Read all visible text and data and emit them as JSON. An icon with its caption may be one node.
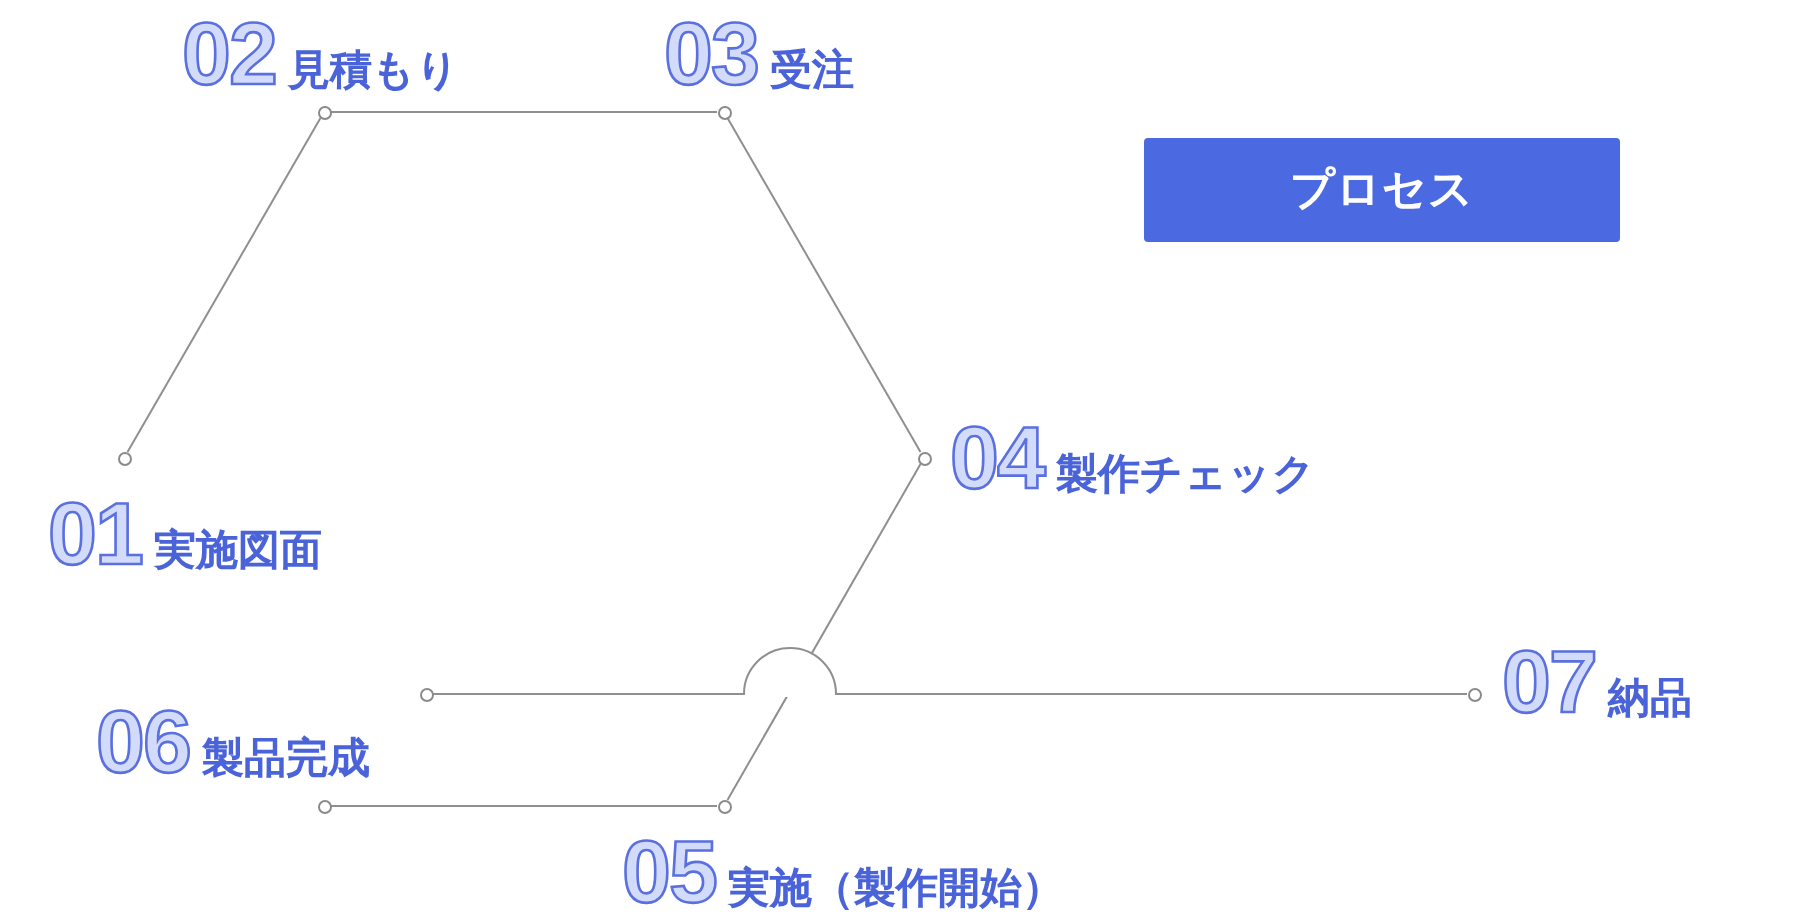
{
  "diagram": {
    "nodes": [
      {
        "text": [],
        "shape": "circle",
        "beside": [
          "01",
          "実施図面"
        ]
      },
      {
        "text": [],
        "shape": "circle",
        "beside": [
          "02",
          "見積もり"
        ]
      },
      {
        "text": [],
        "shape": "circle",
        "beside": [
          "03",
          "受注"
        ]
      },
      {
        "text": [],
        "shape": "circle",
        "beside": [
          "04",
          "製作チェック"
        ]
      },
      {
        "text": [],
        "shape": "circle",
        "beside": [
          "05",
          "実施（製作開始）"
        ]
      },
      {
        "text": [],
        "shape": "circle"
      },
      {
        "text": [],
        "shape": "circle",
        "beside": [
          "06",
          "製品完成"
        ]
      },
      {
        "text": [],
        "shape": "circle",
        "beside": [
          "07",
          "納品"
        ]
      },
      {
        "text": [
          "プロセス"
        ]
      }
    ],
    "edges": [
      {
        "from": 0,
        "to": 1,
        "arrow": "none"
      },
      {
        "from": 1,
        "to": 2,
        "arrow": "none"
      },
      {
        "from": 2,
        "to": 3,
        "arrow": "none"
      },
      {
        "from": 3,
        "to": 4,
        "arrow": "none"
      },
      {
        "from": 4,
        "to": 5,
        "arrow": "none"
      },
      {
        "from": 6,
        "to": 7,
        "arrow": "none"
      }
    ]
  }
}
